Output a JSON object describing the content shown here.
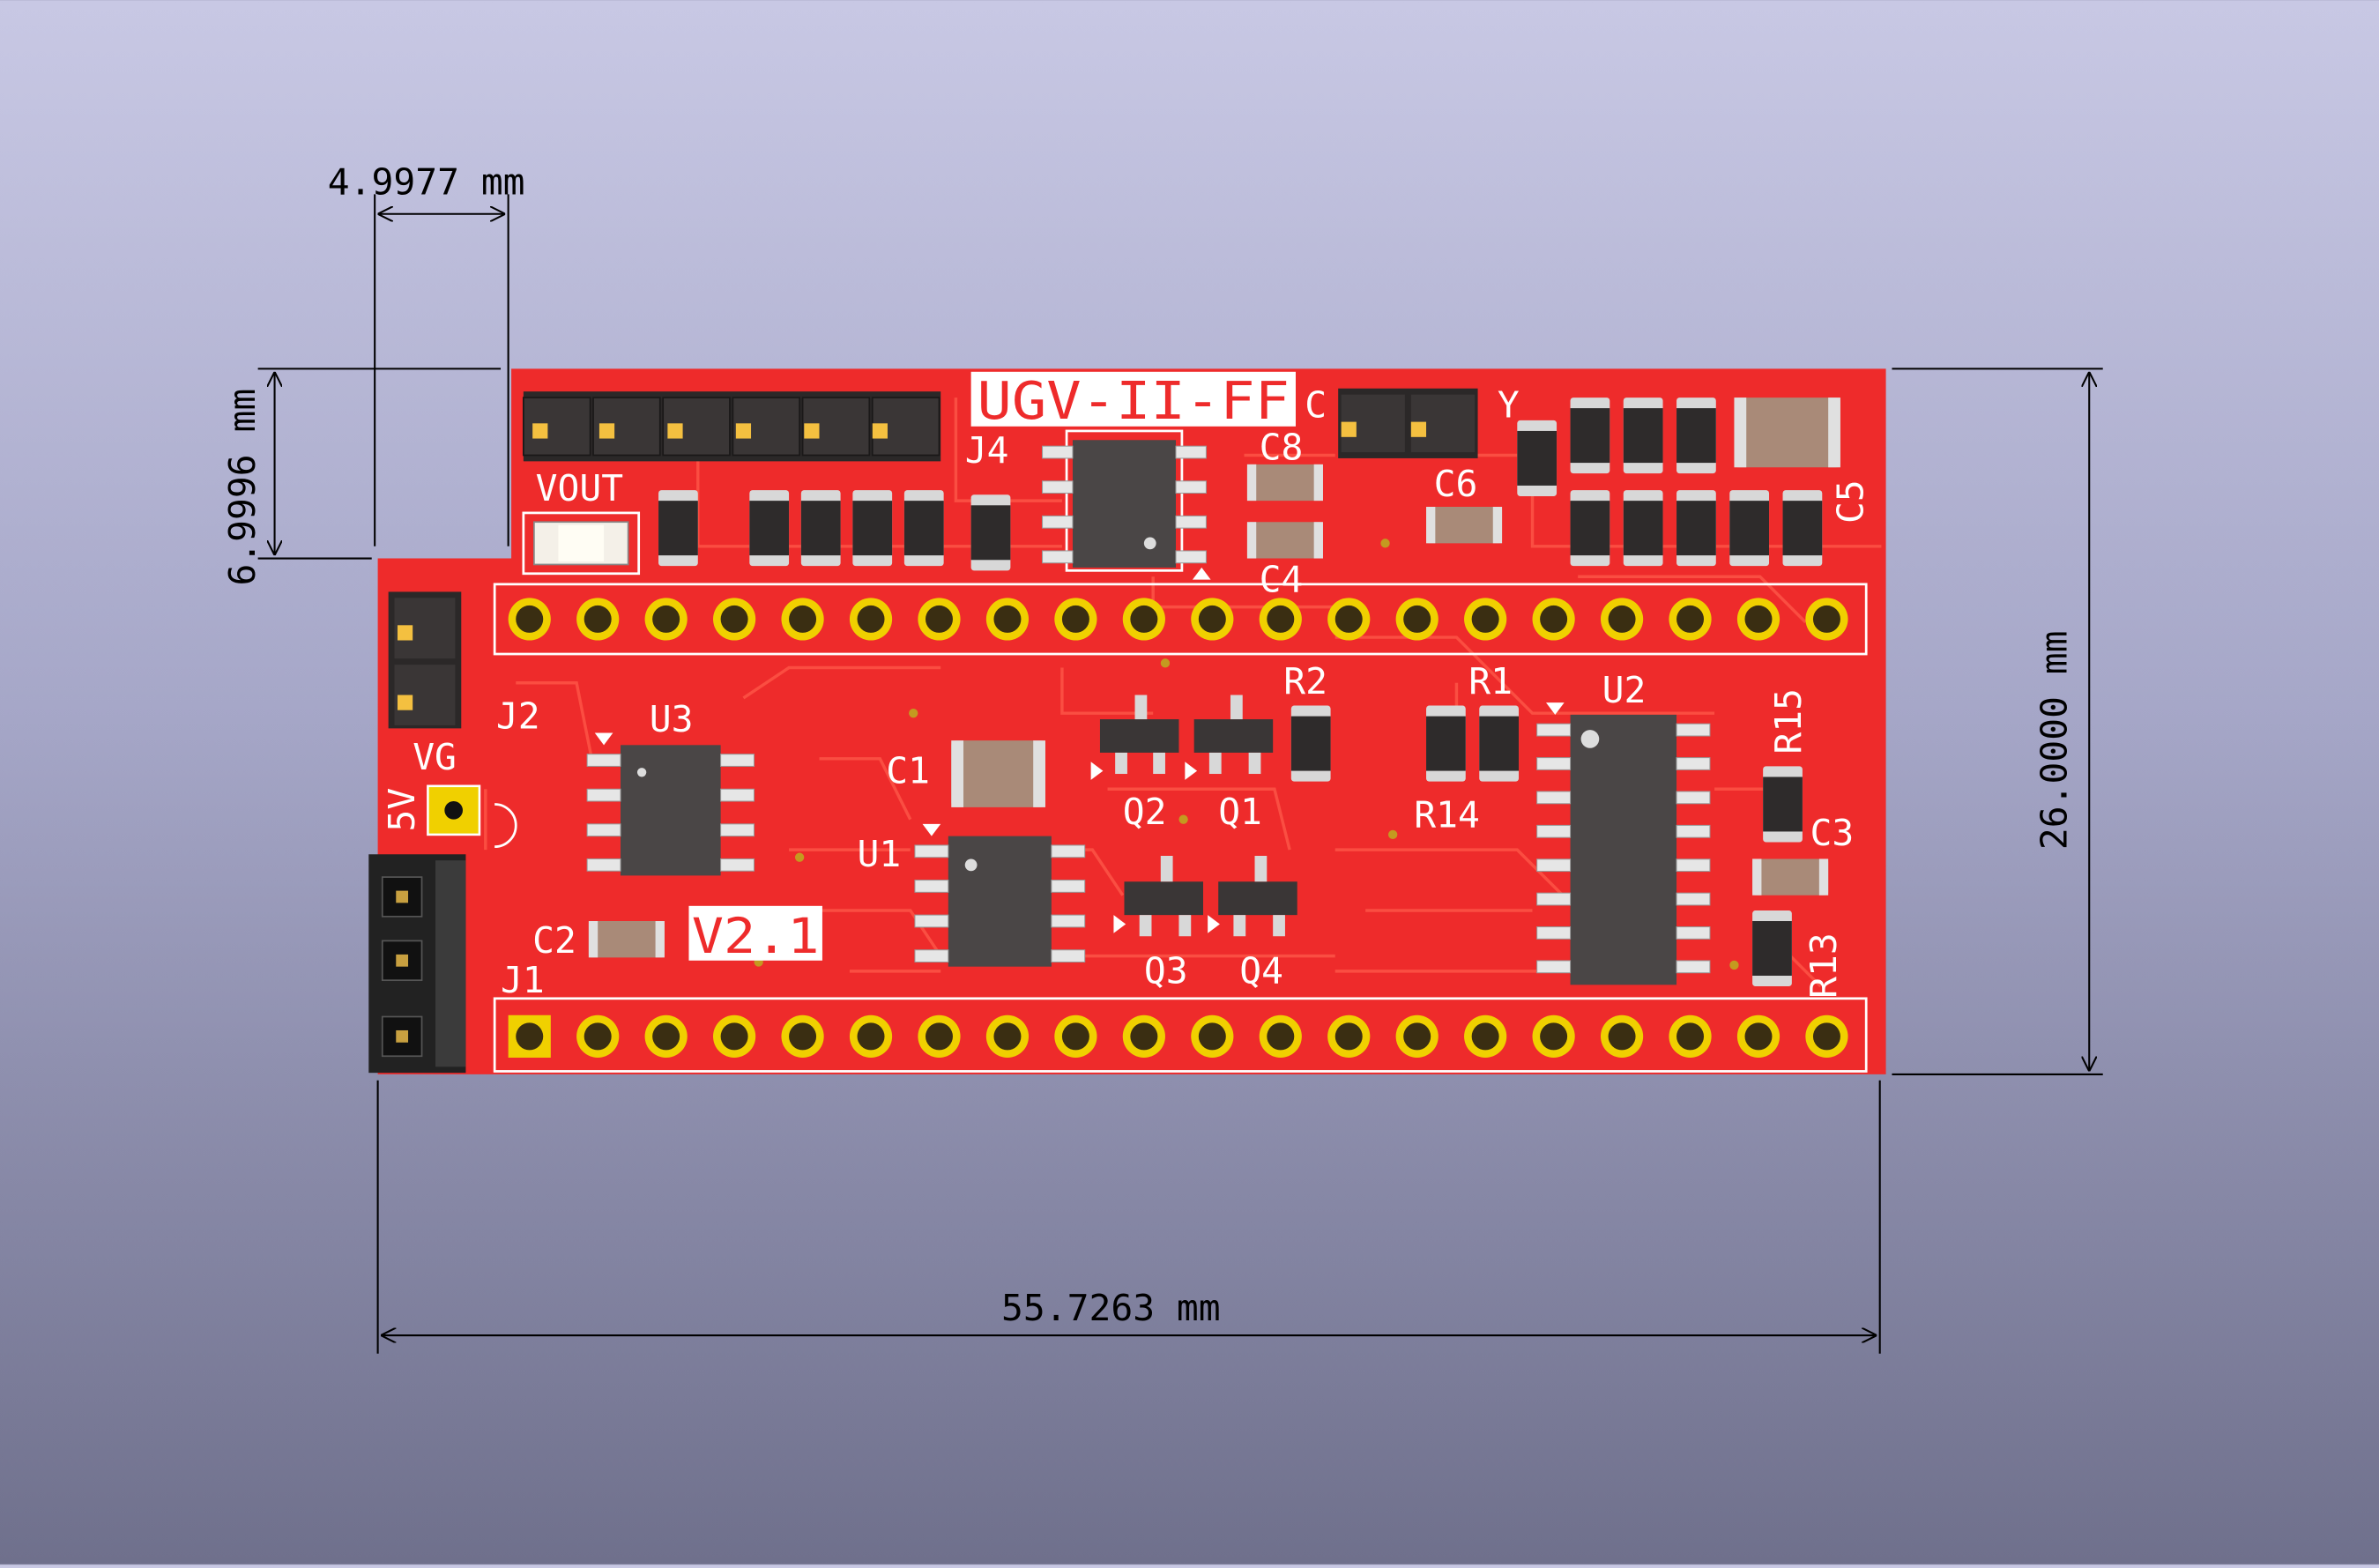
{
  "dimensions": {
    "width_label": "55.7263 mm",
    "height_label": "26.0000 mm",
    "notch_width_label": "4.9977 mm",
    "notch_height_label": "6.9996 mm"
  },
  "board": {
    "title": "UGV-II-FF",
    "version": "V2.1",
    "colors": {
      "soldermask": "#ee2b2b",
      "silkscreen": "#ffffff",
      "pad_gold": "#f0d000",
      "ic_body": "#4a4646",
      "background_top": "#c8c8e4",
      "background_bottom": "#6f708c"
    }
  },
  "labels": {
    "j4": "J4",
    "vout": "VOUT",
    "c": "C",
    "y": "Y",
    "c8": "C8",
    "c6": "C6",
    "c4": "C4",
    "c5": "C5",
    "j2": "J2",
    "vg": "VG",
    "fivev": "5V",
    "u3": "U3",
    "c1": "C1",
    "u1": "U1",
    "c2": "C2",
    "j1": "J1",
    "q1": "Q1",
    "q2": "Q2",
    "q3": "Q3",
    "q4": "Q4",
    "r1": "R1",
    "r2": "R2",
    "r14": "R14",
    "u2": "U2",
    "r15": "R15",
    "c3": "C3",
    "r13": "R13"
  }
}
